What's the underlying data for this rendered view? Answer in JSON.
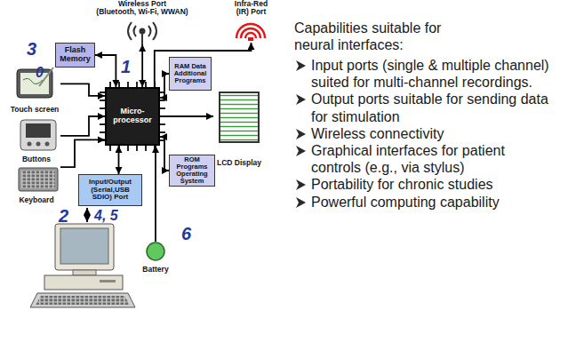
{
  "diagram": {
    "nodes": [
      {
        "text": [
          "Wireless Port",
          "(Bluetooth, Wi-Fi, WWAN)"
        ]
      },
      {
        "text": [
          "Infra-Red (IR) Port"
        ]
      },
      {
        "text": [
          "Flash Memory"
        ]
      },
      {
        "text": [
          "Touch screen"
        ]
      },
      {
        "text": [
          "Buttons"
        ]
      },
      {
        "text": [
          "Keyboard"
        ]
      },
      {
        "text": [
          "Micro- processor"
        ]
      },
      {
        "text": [
          "RAM Data Additional Programs"
        ]
      },
      {
        "text": [
          "LCD Display"
        ]
      },
      {
        "text": [
          "ROM Programs Operating System"
        ]
      },
      {
        "text": [
          "Input/Output (Serial,USB SDIO) Port"
        ]
      },
      {
        "text": [
          "Battery"
        ]
      }
    ],
    "edges": [
      {
        "from": 6,
        "to": 2,
        "arrow": "both"
      },
      {
        "from": 6,
        "to": 0,
        "arrow": "both"
      },
      {
        "from": 6,
        "to": 1,
        "arrow": "to"
      },
      {
        "from": 6,
        "to": 7,
        "arrow": "both"
      },
      {
        "from": 6,
        "to": 8,
        "arrow": "to"
      },
      {
        "from": 6,
        "to": 9,
        "arrow": "both"
      },
      {
        "from": 6,
        "to": 10,
        "arrow": "both"
      },
      {
        "from": 3,
        "to": 6,
        "arrow": "to"
      },
      {
        "from": 4,
        "to": 6,
        "arrow": "to"
      },
      {
        "from": 5,
        "to": 6,
        "arrow": "to"
      },
      {
        "from": 11,
        "to": 6,
        "arrow": "to"
      }
    ],
    "labels": [
      "1",
      "3",
      "0",
      "2",
      "4, 5",
      "6",
      "Capabilities suitable for neural interfaces:",
      "Input ports (single & multiple channel) suited for multi-channel recordings.",
      "Output ports suitable for sending data for stimulation",
      "Wireless connectivity",
      "Graphical interfaces for patient controls (e.g., via stylus)",
      "Portability for chronic studies",
      "Powerful computing capability"
    ]
  }
}
